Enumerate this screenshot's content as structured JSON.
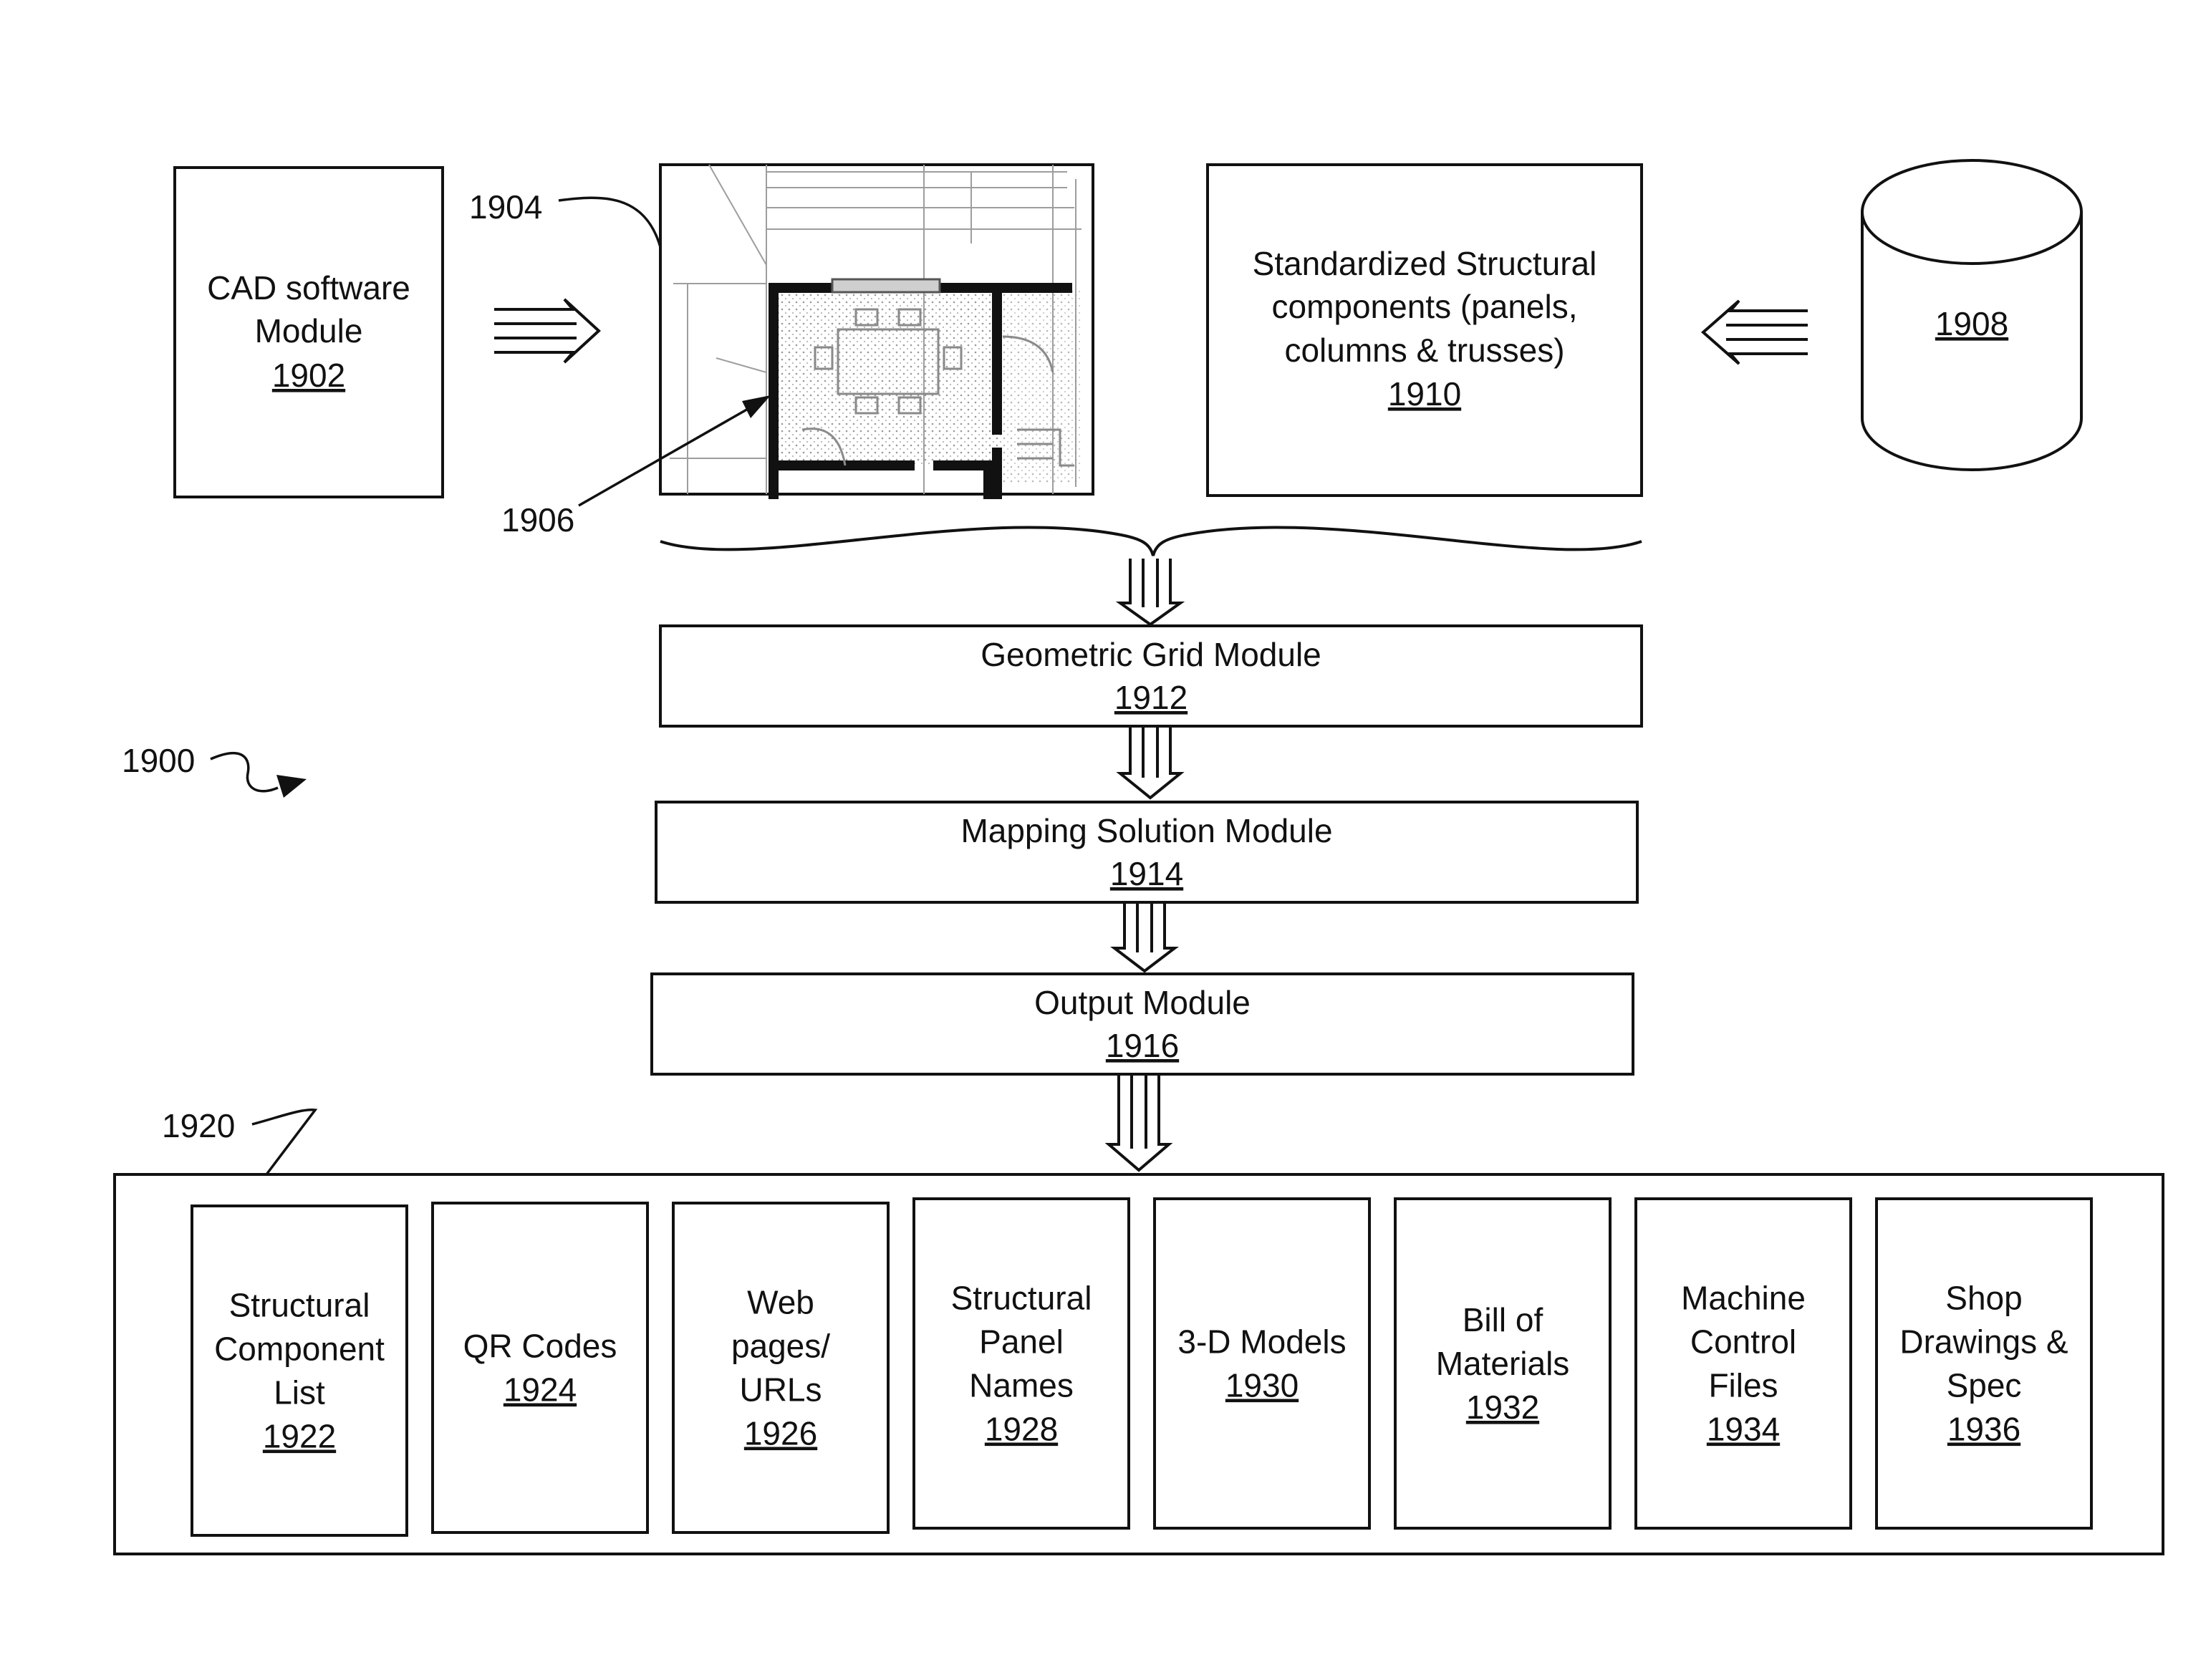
{
  "figure_id": "1900",
  "callouts": {
    "plan": "1904",
    "wall": "1906",
    "outputs": "1920"
  },
  "top_boxes": {
    "cad": {
      "lines": [
        "CAD software",
        "Module"
      ],
      "ref": "1902"
    },
    "standardized": {
      "lines": [
        "Standardized Structural",
        "components (panels,",
        "columns & trusses)"
      ],
      "ref": "1910"
    },
    "database": {
      "ref": "1908"
    }
  },
  "pipeline": [
    {
      "name": "Geometric Grid Module",
      "ref": "1912"
    },
    {
      "name": "Mapping Solution Module",
      "ref": "1914"
    },
    {
      "name": "Output Module",
      "ref": "1916"
    }
  ],
  "outputs": [
    {
      "lines": [
        "Structural",
        "Component",
        "List"
      ],
      "ref": "1922"
    },
    {
      "lines": [
        "QR Codes"
      ],
      "ref": "1924"
    },
    {
      "lines": [
        "Web",
        "pages/",
        "URLs"
      ],
      "ref": "1926"
    },
    {
      "lines": [
        "Structural",
        "Panel",
        "Names"
      ],
      "ref": "1928"
    },
    {
      "lines": [
        "3-D Models"
      ],
      "ref": "1930"
    },
    {
      "lines": [
        "Bill of",
        "Materials"
      ],
      "ref": "1932"
    },
    {
      "lines": [
        "Machine",
        "Control",
        "Files"
      ],
      "ref": "1934"
    },
    {
      "lines": [
        "Shop",
        "Drawings &",
        "Spec"
      ],
      "ref": "1936"
    }
  ]
}
